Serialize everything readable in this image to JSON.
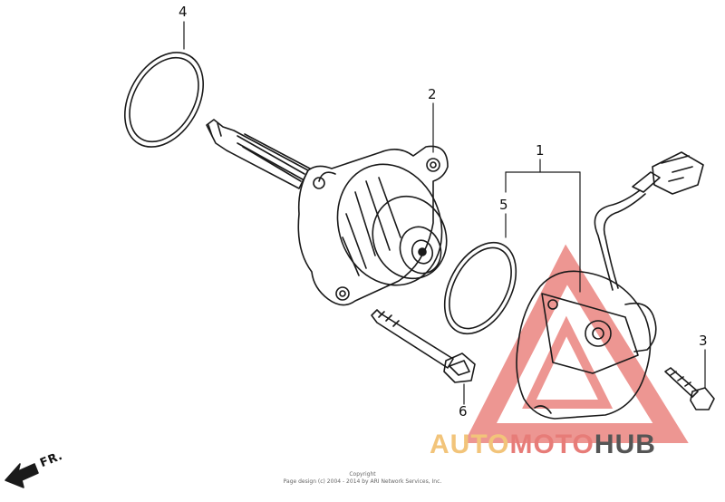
{
  "callouts": [
    {
      "id": "1",
      "text": "1"
    },
    {
      "id": "2",
      "text": "2"
    },
    {
      "id": "3",
      "text": "3"
    },
    {
      "id": "4",
      "text": "4"
    },
    {
      "id": "5",
      "text": "5"
    },
    {
      "id": "6",
      "text": "6"
    }
  ],
  "direction": {
    "label": "FR."
  },
  "watermark": {
    "part1": "AUTO",
    "part2": "MOTO",
    "part3": "HUB"
  },
  "copyright": {
    "line1": "Copyright",
    "line2": "Page design (c) 2004 - 2014 by ARI Network Services, Inc."
  },
  "colors": {
    "line": "#1a1a1a",
    "watermark_red": "#e0413a",
    "watermark_gold": "#f2c47a",
    "watermark_grey": "#555555"
  }
}
